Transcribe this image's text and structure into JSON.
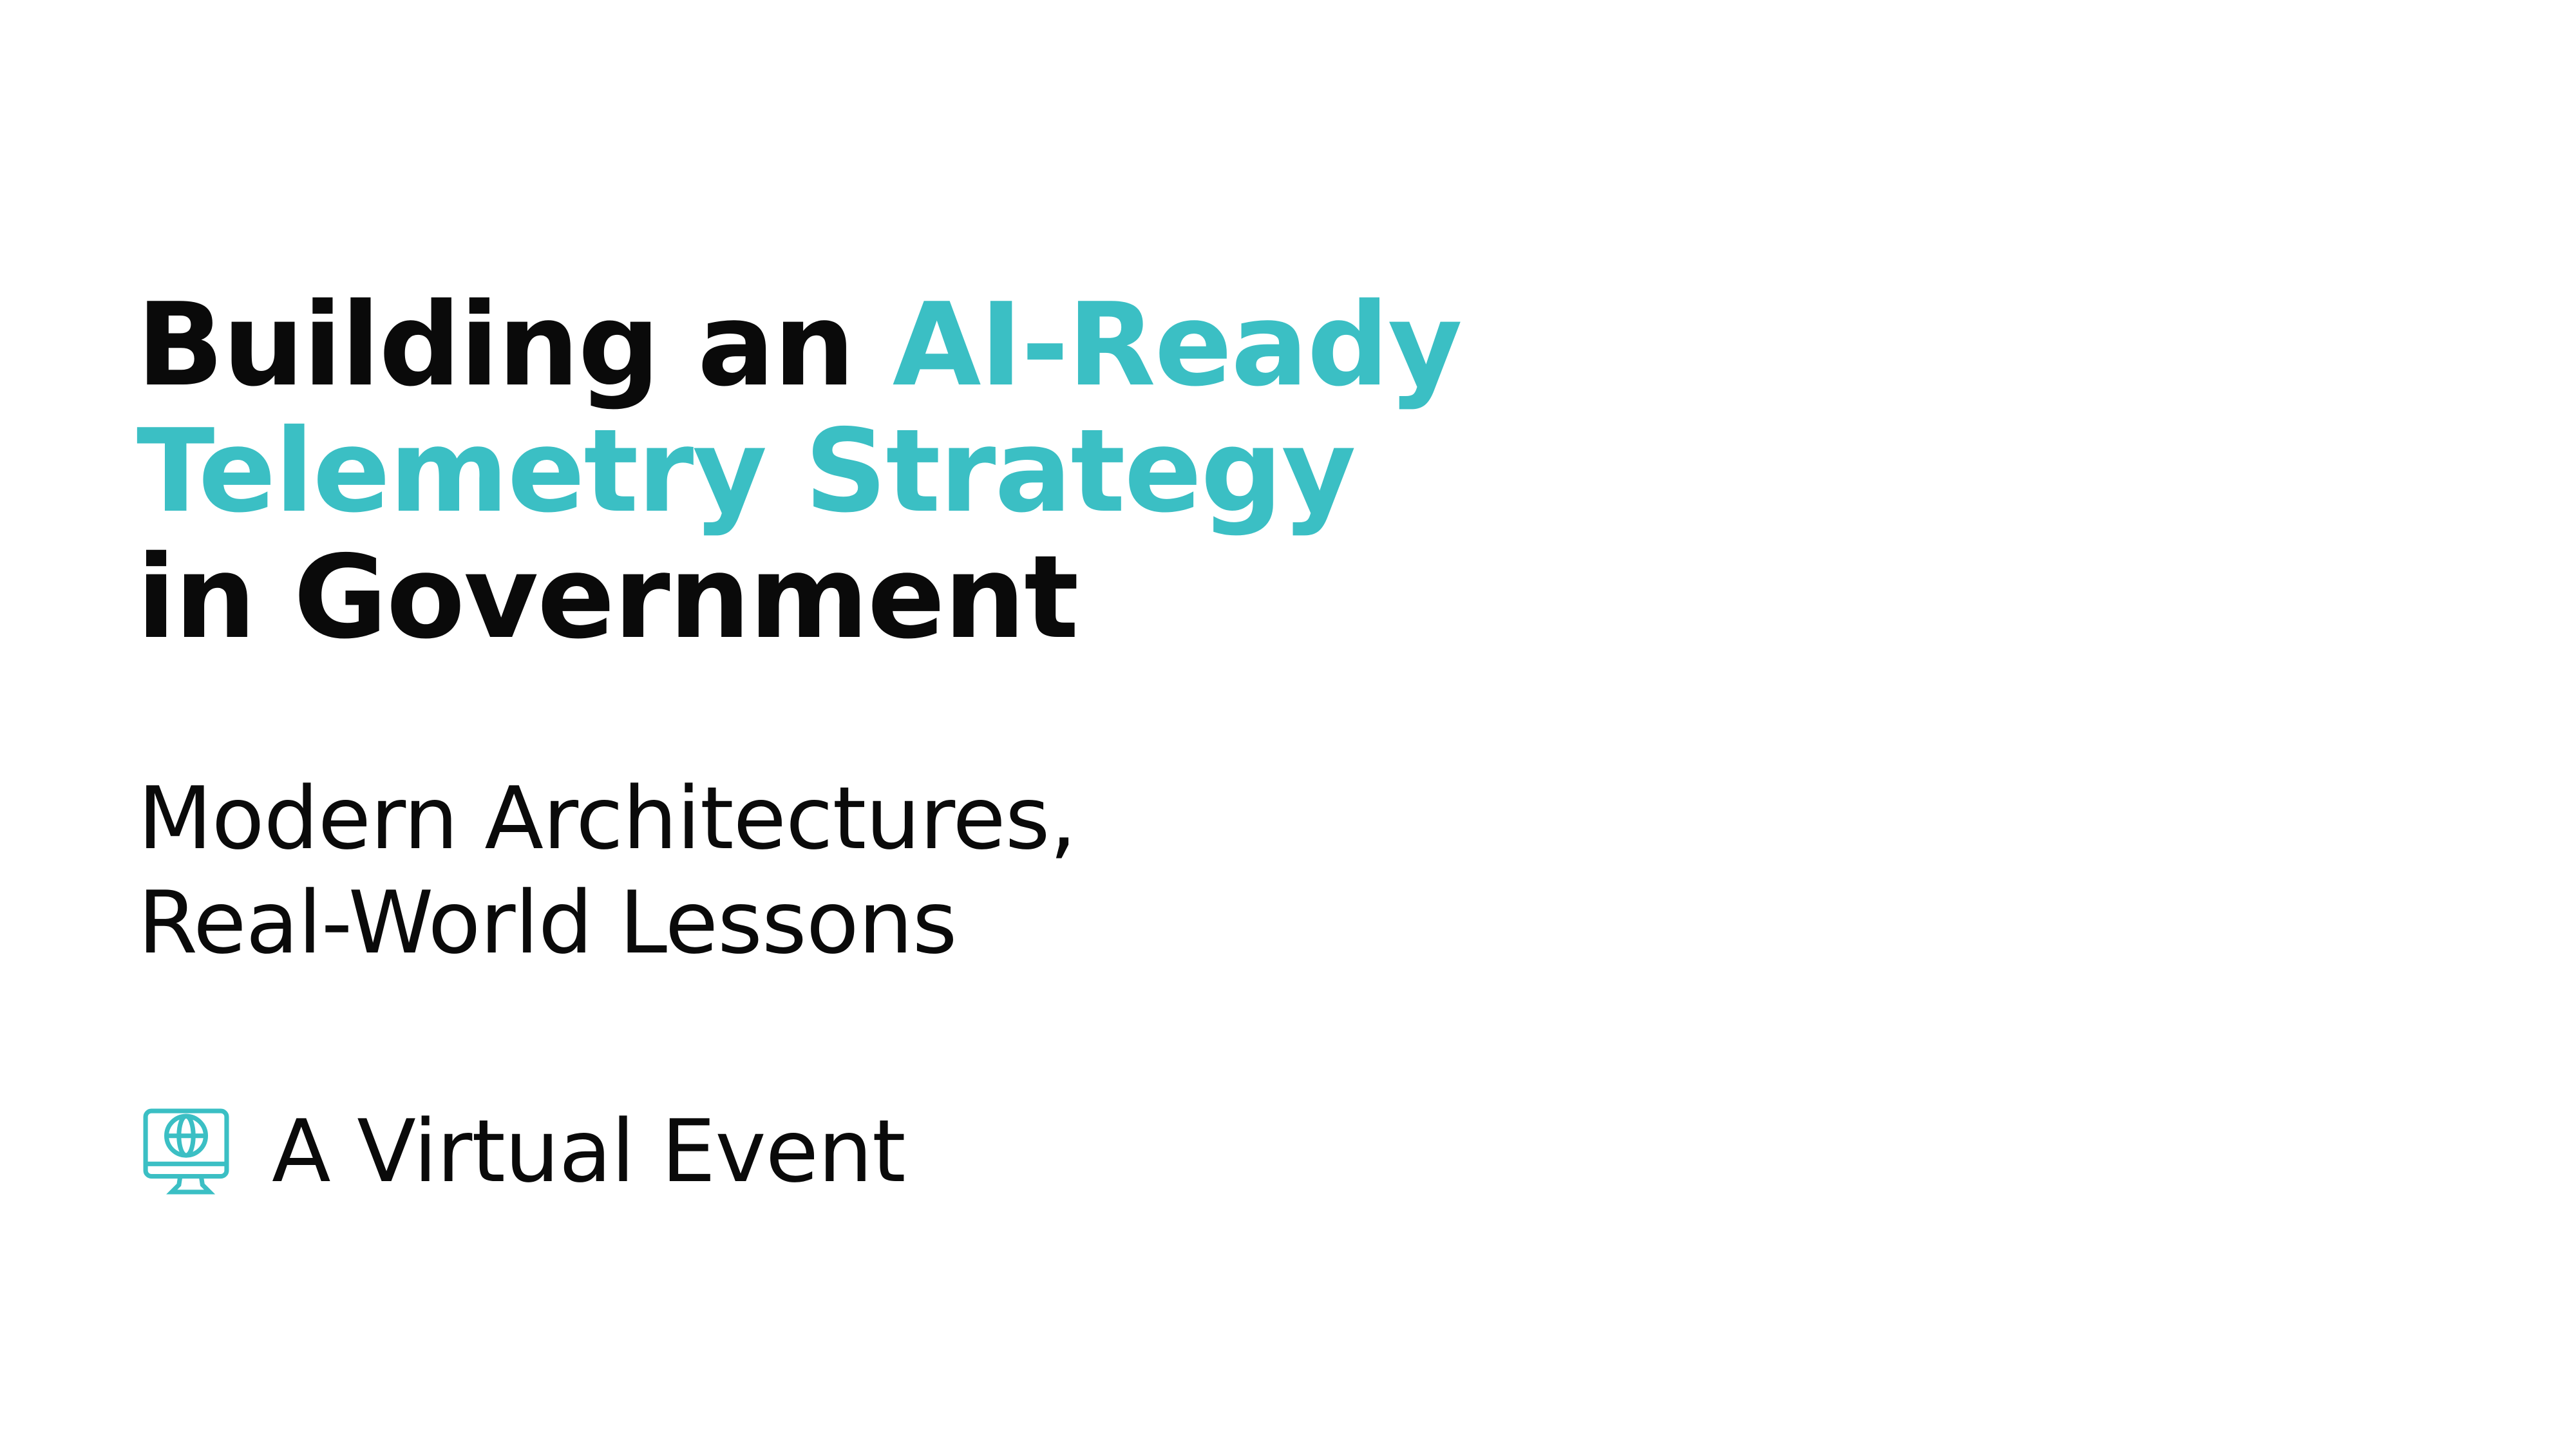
{
  "title": {
    "line1_plain": "Building an ",
    "line1_accent": "AI-Ready",
    "line2_accent": "Telemetry Strategy",
    "line3_plain": "in Government"
  },
  "subtitle": {
    "line1": "Modern Architectures,",
    "line2": "Real-World Lessons"
  },
  "event": {
    "icon": "computer-globe-icon",
    "label": "A Virtual Event"
  },
  "colors": {
    "accent": "#3bbfc4",
    "text": "#0a0a0a",
    "background": "#ffffff"
  }
}
